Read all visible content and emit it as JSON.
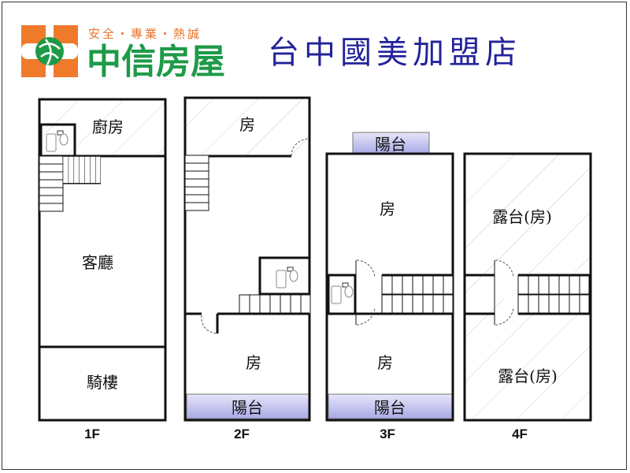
{
  "logo": {
    "slogan": "安全・專業・熱誠",
    "brand": "中信房屋"
  },
  "store_title": "台中國美加盟店",
  "colors": {
    "logo_orange": "#ee7a2a",
    "logo_green": "#1e9a48",
    "title_blue": "#23239a",
    "balcony_fill": "#c8c8f0"
  },
  "floors": [
    {
      "label": "1F",
      "rooms": [
        "廚房",
        "客廳",
        "騎樓"
      ]
    },
    {
      "label": "2F",
      "rooms": [
        "房",
        "房",
        "陽台"
      ]
    },
    {
      "label": "3F",
      "rooms": [
        "陽台",
        "房",
        "房",
        "陽台"
      ]
    },
    {
      "label": "4F",
      "rooms": [
        "露台(房)",
        "露台(房)"
      ]
    }
  ]
}
